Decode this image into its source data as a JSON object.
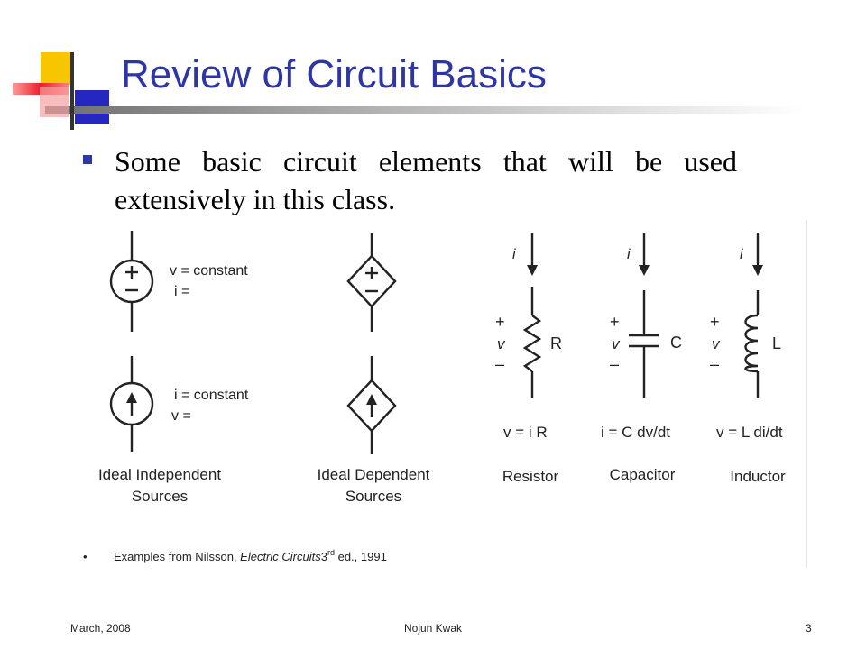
{
  "slide": {
    "title": "Review of Circuit Basics",
    "bullet": "Some basic circuit elements that will be used extensively in this class."
  },
  "figure": {
    "independent": {
      "voltage_eq1": "v = constant",
      "voltage_eq2": "i =",
      "current_eq1": "i = constant",
      "current_eq2": "v =",
      "caption_line1": "Ideal Independent",
      "caption_line2": "Sources"
    },
    "dependent": {
      "caption_line1": "Ideal Dependent",
      "caption_line2": "Sources"
    },
    "resistor": {
      "label": "R",
      "equation": "v = i R",
      "caption": "Resistor"
    },
    "capacitor": {
      "label": "C",
      "equation": "i = C dv/dt",
      "caption": "Capacitor"
    },
    "inductor": {
      "label": "L",
      "equation": "v = L di/dt",
      "caption": "Inductor"
    },
    "current_symbol": "i",
    "voltage_symbol": "v",
    "plus_sign": "+",
    "minus_sign": "–",
    "source_note": {
      "bullet": "•",
      "prefix": "Examples from Nilsson, ",
      "book": "Electric Circuits",
      "edition_num": "3",
      "edition_sup": "rd",
      "suffix": " ed., 1991"
    }
  },
  "footer": {
    "date": "March, 2008",
    "author": "Nojun Kwak",
    "page": "3"
  },
  "colors": {
    "title": "#2e36a6",
    "bullet": "#2b39a8",
    "logo_yellow": "#f7c600",
    "logo_red": "#e8202a",
    "logo_blue": "#2626c0"
  }
}
